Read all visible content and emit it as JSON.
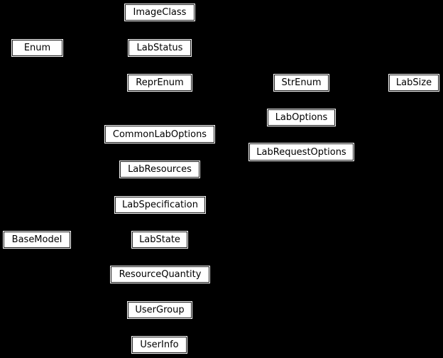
{
  "diagram": {
    "type": "class-inheritance-diagram",
    "colors": {
      "background": "#000000",
      "node_fill": "#ffffff",
      "node_border": "#1a1a1a",
      "node_text": "#000000"
    },
    "nodes": [
      {
        "id": "imageclass",
        "label": "ImageClass"
      },
      {
        "id": "enum",
        "label": "Enum"
      },
      {
        "id": "labstatus",
        "label": "LabStatus"
      },
      {
        "id": "reprenum",
        "label": "ReprEnum"
      },
      {
        "id": "strenum",
        "label": "StrEnum"
      },
      {
        "id": "labsize",
        "label": "LabSize"
      },
      {
        "id": "laboptions",
        "label": "LabOptions"
      },
      {
        "id": "commonlaboptions",
        "label": "CommonLabOptions"
      },
      {
        "id": "labrequestoptions",
        "label": "LabRequestOptions"
      },
      {
        "id": "labresources",
        "label": "LabResources"
      },
      {
        "id": "labspecification",
        "label": "LabSpecification"
      },
      {
        "id": "basemodel",
        "label": "BaseModel"
      },
      {
        "id": "labstate",
        "label": "LabState"
      },
      {
        "id": "resourcequantity",
        "label": "ResourceQuantity"
      },
      {
        "id": "usergroup",
        "label": "UserGroup"
      },
      {
        "id": "userinfo",
        "label": "UserInfo"
      }
    ]
  }
}
